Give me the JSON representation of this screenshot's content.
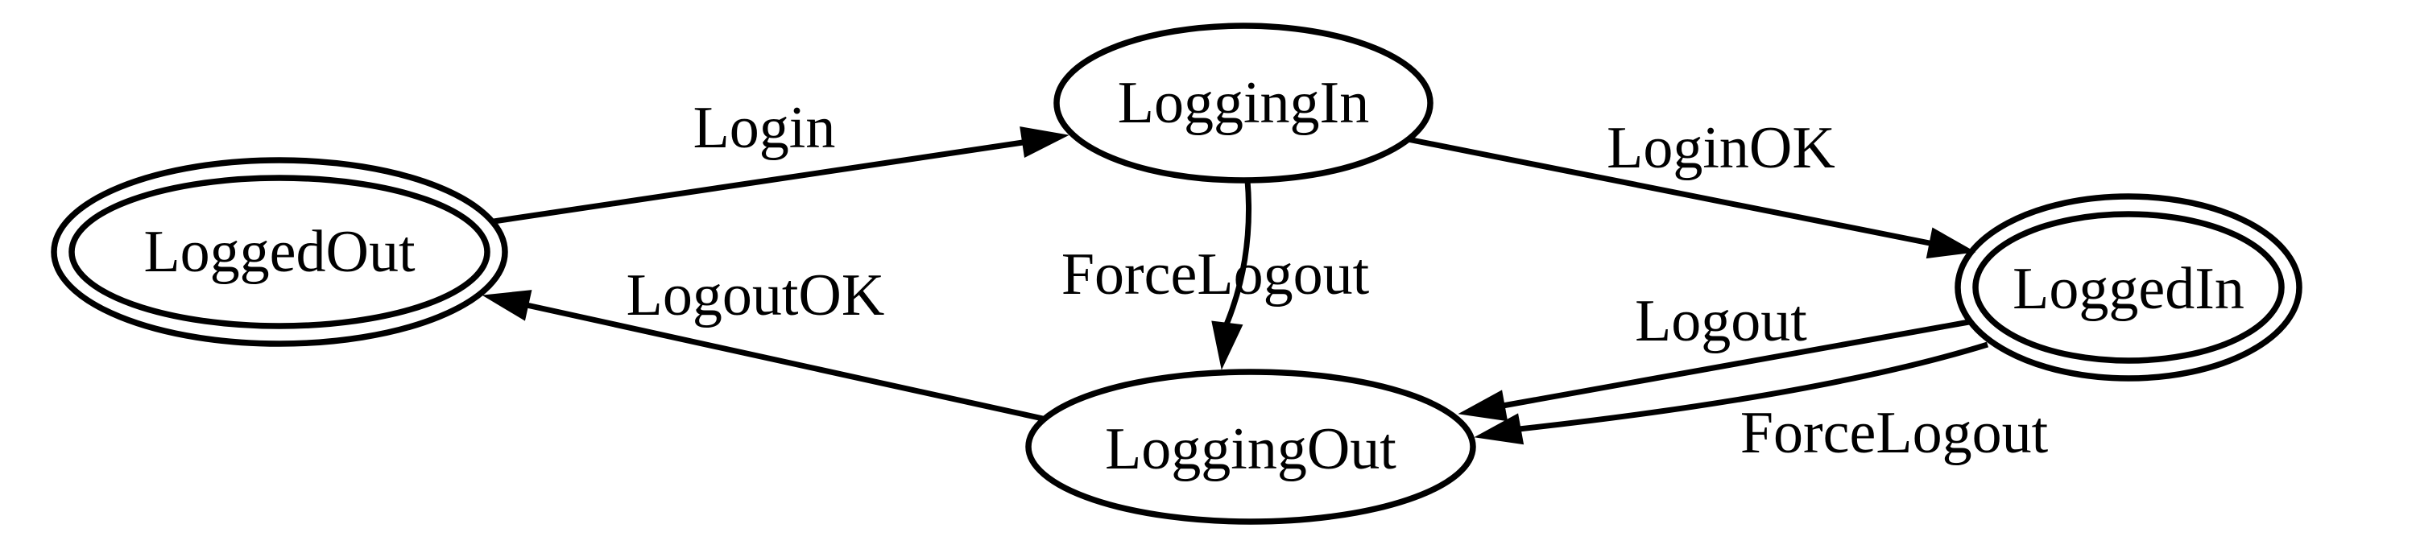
{
  "diagram": {
    "kind": "state-machine",
    "background_color": "#ffffff",
    "stroke_color": "#000000",
    "text_color": "#000000"
  },
  "states": [
    {
      "label": "LoggedOut",
      "shape": "double-ellipse",
      "accepting": true
    },
    {
      "label": "LoggingIn",
      "shape": "ellipse",
      "accepting": false
    },
    {
      "label": "LoggingOut",
      "shape": "ellipse",
      "accepting": false
    },
    {
      "label": "LoggedIn",
      "shape": "double-ellipse",
      "accepting": true
    }
  ],
  "transitions": [
    {
      "from": "LoggedOut",
      "to": "LoggingIn",
      "label": "Login"
    },
    {
      "from": "LoggingIn",
      "to": "LoggedIn",
      "label": "LoginOK"
    },
    {
      "from": "LoggingIn",
      "to": "LoggingOut",
      "label": "ForceLogout"
    },
    {
      "from": "LoggedIn",
      "to": "LoggingOut",
      "label": "Logout"
    },
    {
      "from": "LoggedIn",
      "to": "LoggingOut",
      "label": "ForceLogout"
    },
    {
      "from": "LoggingOut",
      "to": "LoggedOut",
      "label": "LogoutOK"
    }
  ]
}
